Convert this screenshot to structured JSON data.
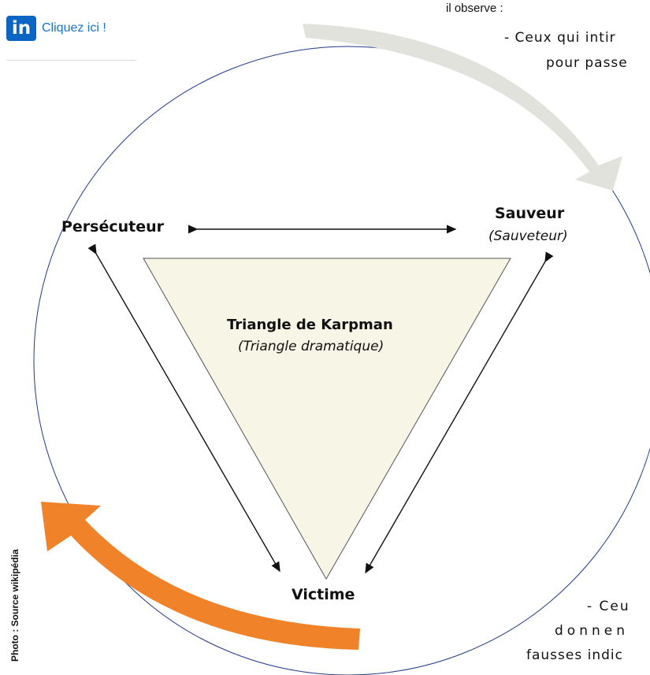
{
  "header": {
    "linkedin_icon": "linkedin-icon",
    "linkedin_badge": "in",
    "linkedin_link": "Cliquez ici !"
  },
  "side_text": {
    "top": [
      "il observe :",
      "- Ceux qui intir",
      "pour passe"
    ],
    "bottom": [
      "- Ceu",
      "donnen",
      "fausses indic"
    ]
  },
  "credit": "Photo : Source wikipédia",
  "diagram": {
    "title": "Triangle de Karpman",
    "subtitle": "(Triangle dramatique)",
    "nodes": {
      "persecutor": "Persécuteur",
      "savior": "Sauveur",
      "savior_alt": "(Sauveteur)",
      "victim": "Victime"
    },
    "colors": {
      "triangle_fill": "#f7f5e6",
      "circle_stroke": "#1f3a8a",
      "gray_arrow": "#e2e2dc",
      "orange_arrow": "#f0822a"
    }
  }
}
